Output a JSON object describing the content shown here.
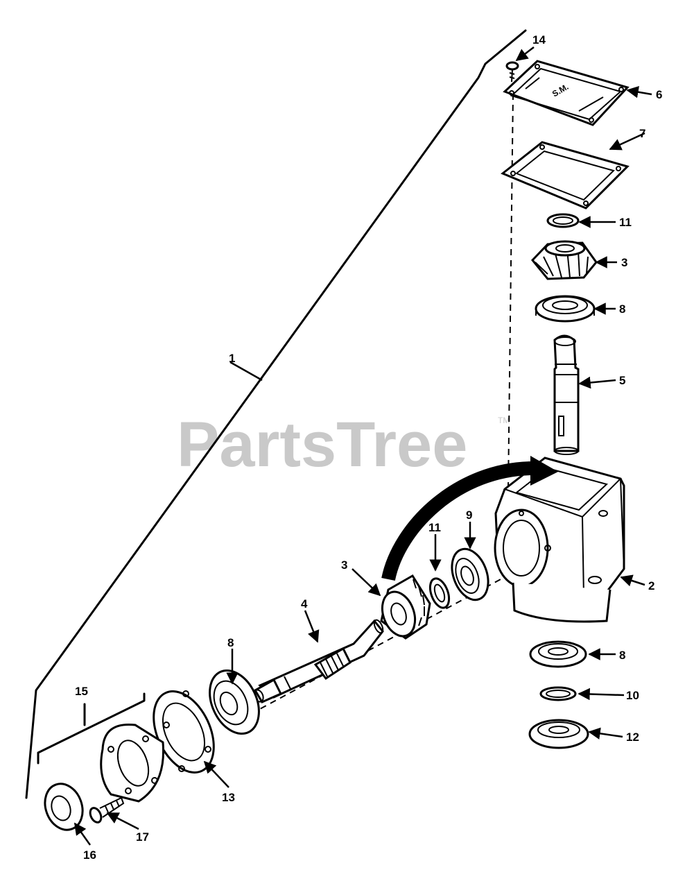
{
  "watermark": {
    "text": "PartsTree",
    "trademark": "TM"
  },
  "cover_mark": "S.M.",
  "callouts": {
    "c1": "1",
    "c2": "2",
    "c3_top": "3",
    "c3_left": "3",
    "c4": "4",
    "c5": "5",
    "c6": "6",
    "c7": "7",
    "c8_top": "8",
    "c8_right": "8",
    "c8_left": "8",
    "c9": "9",
    "c10": "10",
    "c11_top": "11",
    "c11_mid": "11",
    "c12": "12",
    "c13": "13",
    "c14": "14",
    "c15": "15",
    "c16": "16",
    "c17": "17"
  }
}
